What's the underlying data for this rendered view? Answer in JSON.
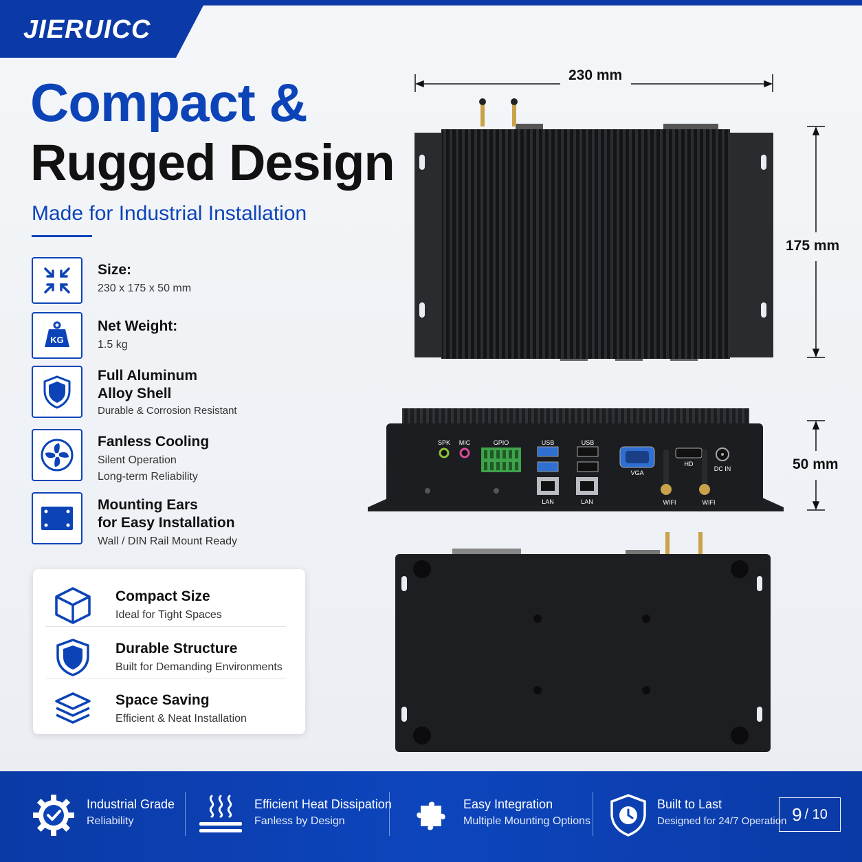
{
  "brand": {
    "name": "JIERUICC"
  },
  "headline": {
    "line1": "Compact &",
    "line2": "Rugged Design",
    "subtitle": "Made for Industrial Installation"
  },
  "specs": [
    {
      "title": "Size:",
      "lines": [
        "230 x 175 x 50 mm"
      ],
      "icon": "compress-arrows-icon"
    },
    {
      "title": "Net Weight:",
      "lines": [
        "1.5 kg"
      ],
      "icon": "kg-weight-icon"
    },
    {
      "title_lines": [
        "Full Aluminum",
        "Alloy Shell"
      ],
      "lines": [
        "Durable & Corrosion Resistant"
      ],
      "icon": "shield-icon"
    },
    {
      "title": "Fanless Cooling",
      "lines": [
        "Silent Operation",
        "Long-term Reliability"
      ],
      "icon": "fan-icon"
    },
    {
      "title_lines": [
        "Mounting Ears",
        "for Easy Installation"
      ],
      "lines": [
        "Wall / DIN Rail Mount Ready"
      ],
      "icon": "mounting-plate-icon"
    }
  ],
  "benefits": [
    {
      "title": "Compact Size",
      "desc": "Ideal for Tight Spaces",
      "icon": "cube-icon"
    },
    {
      "title": "Durable Structure",
      "desc": "Built for Demanding Environments",
      "icon": "shield-icon"
    },
    {
      "title": "Space Saving",
      "desc": "Efficient & Neat Installation",
      "icon": "layers-icon"
    }
  ],
  "dimensions": {
    "width": "230 mm",
    "depth": "175 mm",
    "height": "50 mm"
  },
  "ports": {
    "spk": "SPK",
    "mic": "MIC",
    "gpio": "GPIO",
    "usb1": "USB",
    "usb2": "USB",
    "vga": "VGA",
    "hd": "HD",
    "dcin": "DC IN",
    "lan1": "LAN",
    "lan2": "LAN",
    "wifi1": "WIFI",
    "wifi2": "WIFI"
  },
  "footer": [
    {
      "title": "Industrial Grade",
      "desc": "Reliability",
      "icon": "gear-check-icon"
    },
    {
      "title": "Efficient Heat Dissipation",
      "desc": "Fanless by Design",
      "icon": "heat-waves-icon"
    },
    {
      "title": "Easy Integration",
      "desc": "Multiple Mounting Options",
      "icon": "puzzle-icon"
    },
    {
      "title": "Built to Last",
      "desc": "Designed for 24/7 Operation",
      "icon": "shield-clock-icon"
    }
  ],
  "page": {
    "current": "9",
    "total": "/ 10"
  },
  "colors": {
    "brand_blue": "#0c44b8",
    "footer_blue": "#0a3aa6",
    "device": "#1c1d20"
  }
}
